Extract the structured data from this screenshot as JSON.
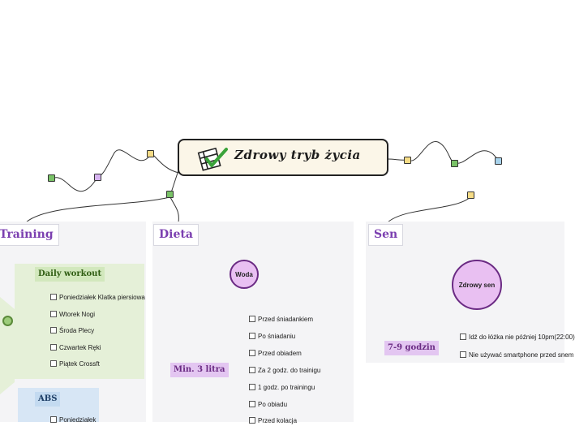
{
  "central": {
    "title": "Zdrowy tryb życia",
    "icon": "checklist-icon"
  },
  "branches": {
    "training": {
      "title": "Training",
      "daily": {
        "label": "Daily workout",
        "items": [
          "Poniedziałek Klatka piersiowa",
          "Wtorek  Nogi",
          "Środa Plecy",
          "Czwartek Ręki",
          "Piątek Crossft"
        ]
      },
      "abs": {
        "label": "ABS",
        "items": [
          "Poniedziałek"
        ]
      }
    },
    "dieta": {
      "title": "Dieta",
      "woda": "Woda",
      "subtopic": "Min. 3 litra",
      "items": [
        "Przed śniadankiem",
        "Po śniadaniu",
        "Przed obiadem",
        "Za 2 godz. do trainigu",
        "1 godz. po trainingu",
        "Po obiadu",
        "Przed kolacja"
      ]
    },
    "sen": {
      "title": "Sen",
      "zdrowy": "Zdrowy sen",
      "subtopic": "7-9 godzin",
      "items": [
        "Idź do łóżka nie później 10pm(22:00)",
        "Nie używać smartphone przed snem"
      ]
    }
  },
  "colors": {
    "accent": "#7b3fb0",
    "daily_bg": "#e5f0d8",
    "daily_text": "#2f5d12",
    "abs_bg": "#d7e6f5",
    "purple_fill": "#e9c0f2",
    "purple_border": "#6a2a83",
    "square_yellow": "#f6dc86",
    "square_green": "#79c267",
    "square_purple": "#d6b3f0",
    "square_blue": "#a8d3ec"
  }
}
